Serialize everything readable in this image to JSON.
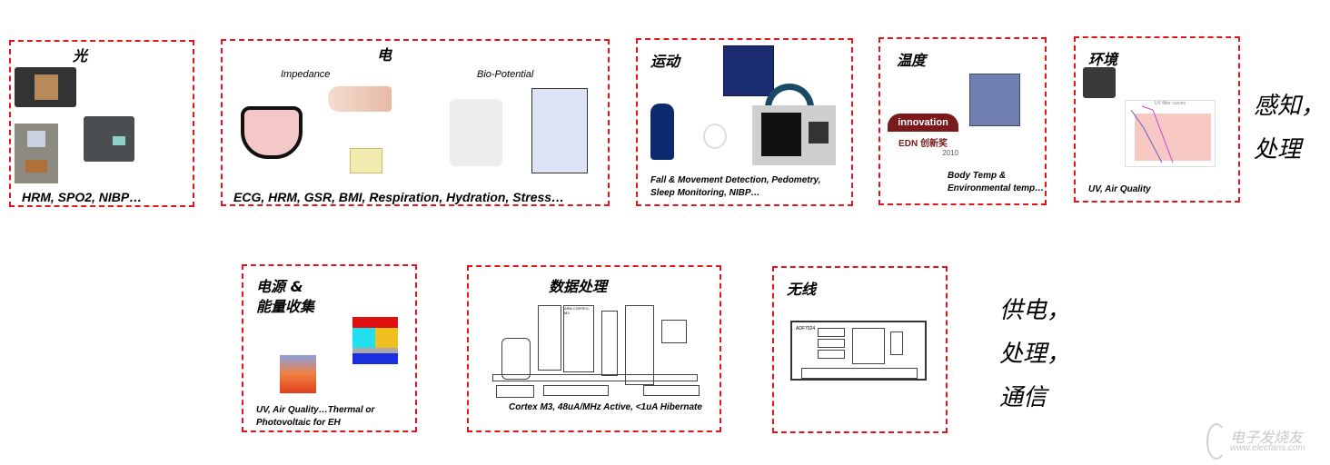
{
  "sensing": [
    {
      "title": "光",
      "caption": "HRM, SPO2, NIBP…"
    },
    {
      "title": "电",
      "sub_left": "Impedance",
      "sub_right": "Bio-Potential",
      "caption": "ECG, HRM, GSR, BMI, Respiration, Hydration, Stress…"
    },
    {
      "title": "运动",
      "caption_lines": [
        "Fall & Movement Detection, Pedometry,",
        "Sleep Monitoring, NIBP…"
      ]
    },
    {
      "title": "温度",
      "badge_text": "innovation",
      "badge_sub": "EDN 创新奖",
      "badge_year": "2010",
      "caption_lines": [
        "Body Temp &",
        "Environmental temp…"
      ]
    },
    {
      "title": "环境",
      "chart_title": "UV filter curves",
      "caption": "UV, Air Quality"
    }
  ],
  "sensing_label": [
    "感知，",
    "处理"
  ],
  "system": [
    {
      "title_lines": [
        "电源 &",
        "能量收集"
      ],
      "caption_lines": [
        "UV, Air Quality…Thermal or",
        "Photovoltaic for EH"
      ]
    },
    {
      "title": "数据处理",
      "core_label": "ARM CORTEX-M3",
      "caption": "Cortex M3, 48uA/MHz Active, <1uA Hibernate"
    },
    {
      "title": "无线",
      "chip_label": "ADF7024"
    }
  ],
  "system_label": [
    "供电，",
    "处理，",
    "通信"
  ],
  "watermark": {
    "name": "电子发烧友",
    "url": "www.elecfans.com"
  },
  "colors": {
    "border": "#e8141c"
  }
}
